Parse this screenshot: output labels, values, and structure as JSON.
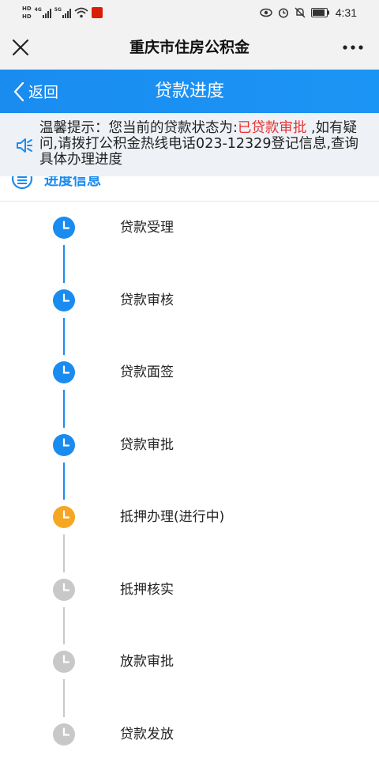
{
  "status_bar": {
    "hd1": "HD",
    "hd2": "HD",
    "net1": "4G",
    "net2": "5G",
    "time": "4:31"
  },
  "wechat_header": {
    "title": "重庆市住房公积金"
  },
  "app_header": {
    "back_label": "返回",
    "title": "贷款进度"
  },
  "notice": {
    "prefix": "温馨提示：您当前的贷款状态为:",
    "status": "已贷款审批",
    "suffix": " ,如有疑问,请拨打公积金热线电话023-12329登记信息,查询具体办理进度"
  },
  "section": {
    "title": "进度信息"
  },
  "colors": {
    "done": "#1a8cf0",
    "current": "#f5a623",
    "pending": "#c8c8c8",
    "highlight": "#e8312f"
  },
  "steps": [
    {
      "label": "贷款受理",
      "state": "done"
    },
    {
      "label": "贷款审核",
      "state": "done"
    },
    {
      "label": "贷款面签",
      "state": "done"
    },
    {
      "label": "贷款审批",
      "state": "done"
    },
    {
      "label": "抵押办理(进行中)",
      "state": "current"
    },
    {
      "label": "抵押核实",
      "state": "pending"
    },
    {
      "label": "放款审批",
      "state": "pending"
    },
    {
      "label": "贷款发放",
      "state": "pending"
    }
  ]
}
